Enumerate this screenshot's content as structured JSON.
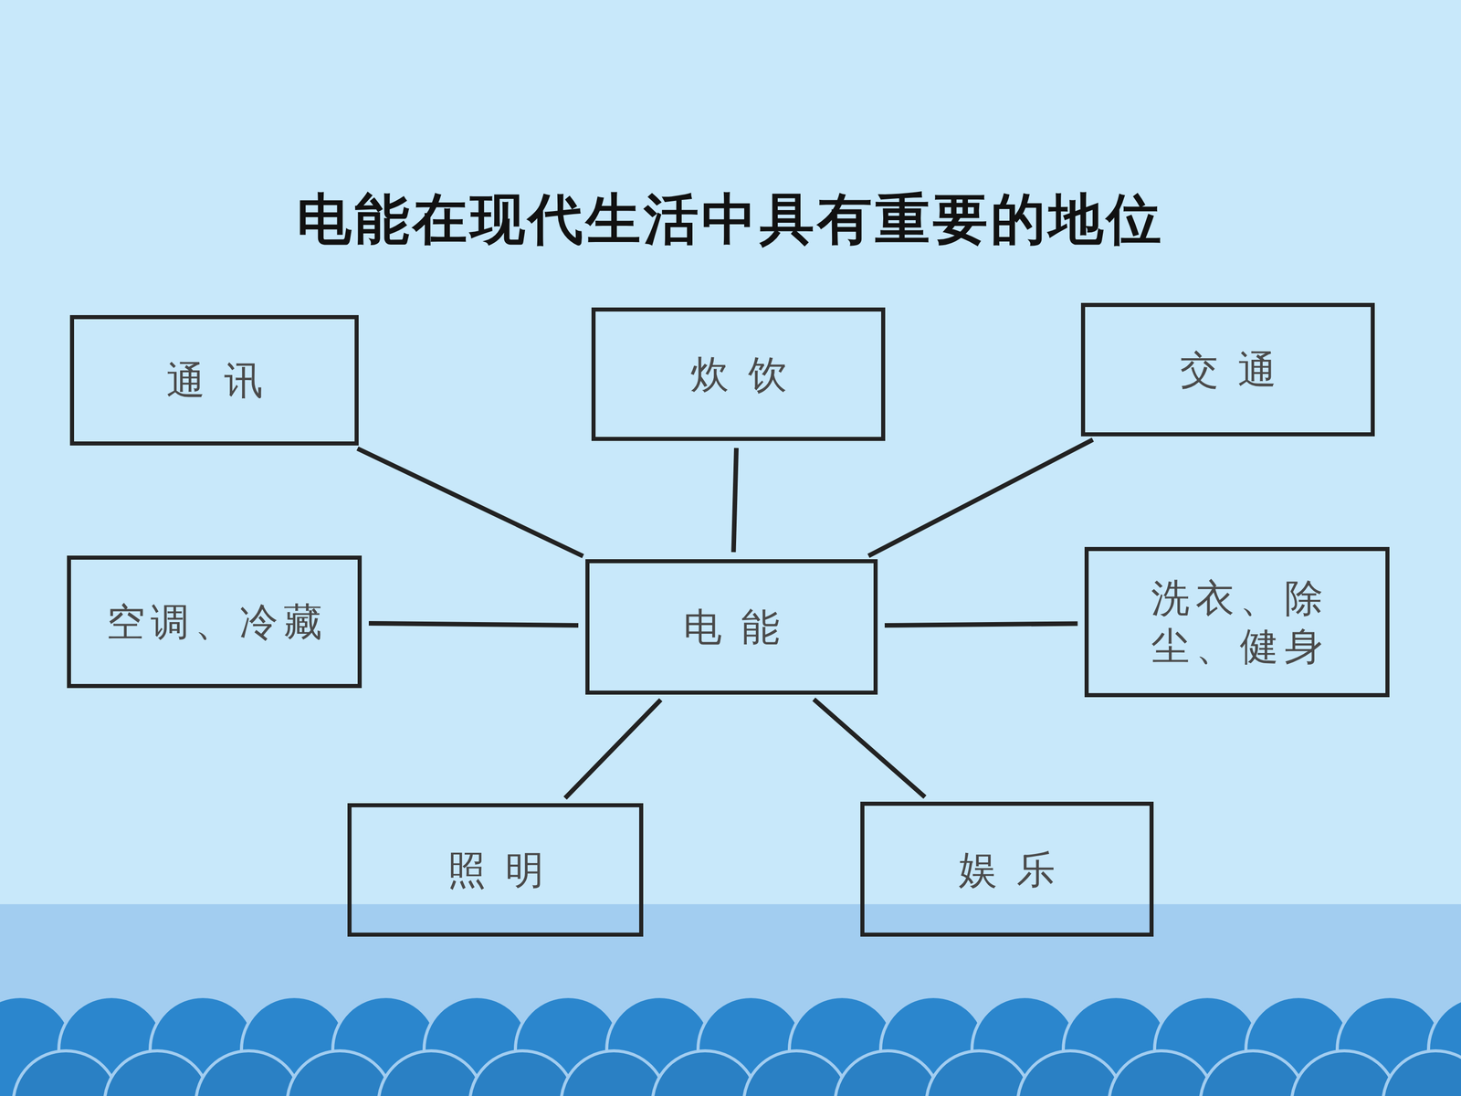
{
  "diagram": {
    "title": "电能在现代生活中具有重要的地位",
    "nodes": [
      {
        "text": [
          "通讯"
        ]
      },
      {
        "text": [
          "炊饮"
        ]
      },
      {
        "text": [
          "交通"
        ]
      },
      {
        "text": [
          "空调、冷藏"
        ]
      },
      {
        "text": [
          "电能"
        ]
      },
      {
        "text": [
          "洗衣、除尘、健身"
        ]
      },
      {
        "text": [
          "照明"
        ]
      },
      {
        "text": [
          "娱乐"
        ]
      }
    ],
    "edges": [
      {
        "from": 4,
        "to": 0,
        "arrow": "none"
      },
      {
        "from": 4,
        "to": 1,
        "arrow": "none"
      },
      {
        "from": 4,
        "to": 2,
        "arrow": "none"
      },
      {
        "from": 4,
        "to": 3,
        "arrow": "none"
      },
      {
        "from": 4,
        "to": 5,
        "arrow": "none"
      },
      {
        "from": 4,
        "to": 6,
        "arrow": "none"
      },
      {
        "from": 4,
        "to": 7,
        "arrow": "none"
      }
    ]
  }
}
